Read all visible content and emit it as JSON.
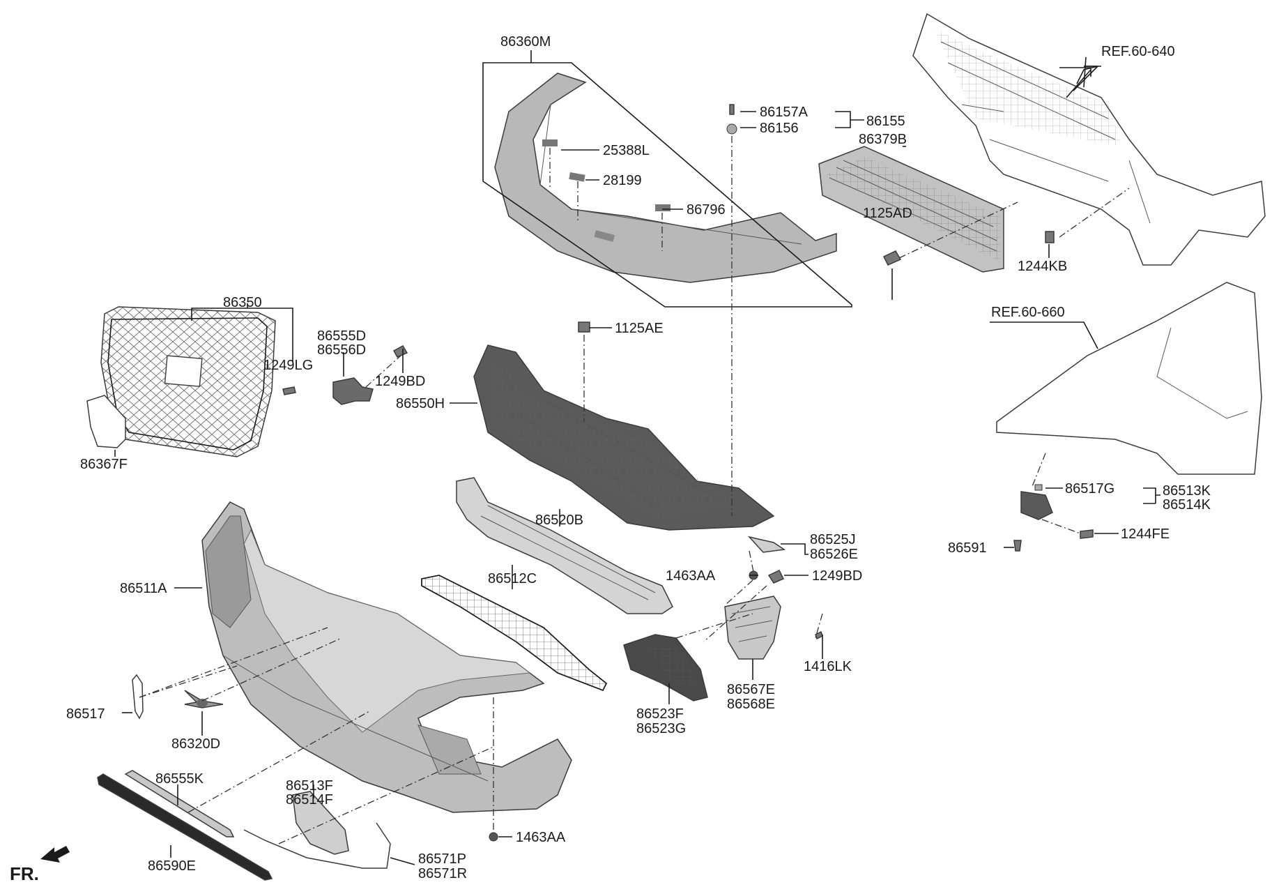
{
  "diagram": {
    "labels": {
      "part_86360M": "86360M",
      "part_25388L": "25388L",
      "part_28199": "28199",
      "part_86796": "86796",
      "part_86157A": "86157A",
      "part_86156": "86156",
      "part_86155": "86155",
      "part_86379B": "86379B",
      "ref_60_640": "REF.60-640",
      "part_1125AD": "1125AD",
      "part_1244KB": "1244KB",
      "ref_60_660": "REF.60-660",
      "part_86350": "86350",
      "part_1249LG": "1249LG",
      "part_86555D": "86555D",
      "part_86556D": "86556D",
      "part_1249BD_top": "1249BD",
      "part_1125AE": "1125AE",
      "part_86550H": "86550H",
      "part_86367F": "86367F",
      "part_86520B": "86520B",
      "part_86525J": "86525J",
      "part_86526E": "86526E",
      "part_1463AA_mid": "1463AA",
      "part_1249BD_mid": "1249BD",
      "part_86517G": "86517G",
      "part_86513K": "86513K",
      "part_86514K": "86514K",
      "part_1244FE": "1244FE",
      "part_86591": "86591",
      "part_86511A": "86511A",
      "part_86512C": "86512C",
      "part_1416LK": "1416LK",
      "part_86567E": "86567E",
      "part_86568E": "86568E",
      "part_86523F": "86523F",
      "part_86523G": "86523G",
      "part_86517": "86517",
      "part_86320D": "86320D",
      "part_86555K": "86555K",
      "part_86513F": "86513F",
      "part_86514F": "86514F",
      "part_1463AA_bot": "1463AA",
      "part_86590E": "86590E",
      "part_86571P": "86571P",
      "part_86571R": "86571R",
      "front_marker": "FR."
    },
    "colors": {
      "part_fill_light": "#d6d6d6",
      "part_fill_mid": "#b4b4b4",
      "part_fill_dark": "#7a7a7a",
      "line": "#1a1a1a"
    }
  }
}
